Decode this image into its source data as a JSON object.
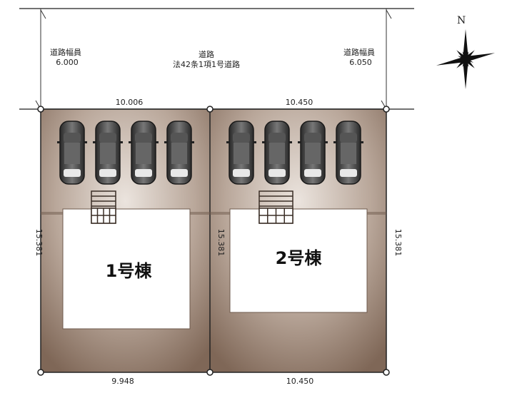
{
  "road": {
    "label_left": "道路幅員",
    "width_left": "6.000",
    "label_center": "道路",
    "law_center": "法42条1項1号道路",
    "label_right": "道路幅員",
    "width_right": "6.050"
  },
  "compass": {
    "north": "N"
  },
  "dimensions": {
    "top_left": "10.006",
    "top_right": "10.450",
    "bottom_left": "9.948",
    "bottom_right": "10.450",
    "side_left": "15.381",
    "side_middle": "15.381",
    "side_right": "15.381"
  },
  "lots": [
    {
      "building": "1号棟",
      "parking_spaces": 4
    },
    {
      "building": "2号棟",
      "parking_spaces": 4
    }
  ],
  "colors": {
    "lot_edge": "#7f6757",
    "lot_center": "#e4dbd4",
    "car": "#4a4a4a"
  }
}
